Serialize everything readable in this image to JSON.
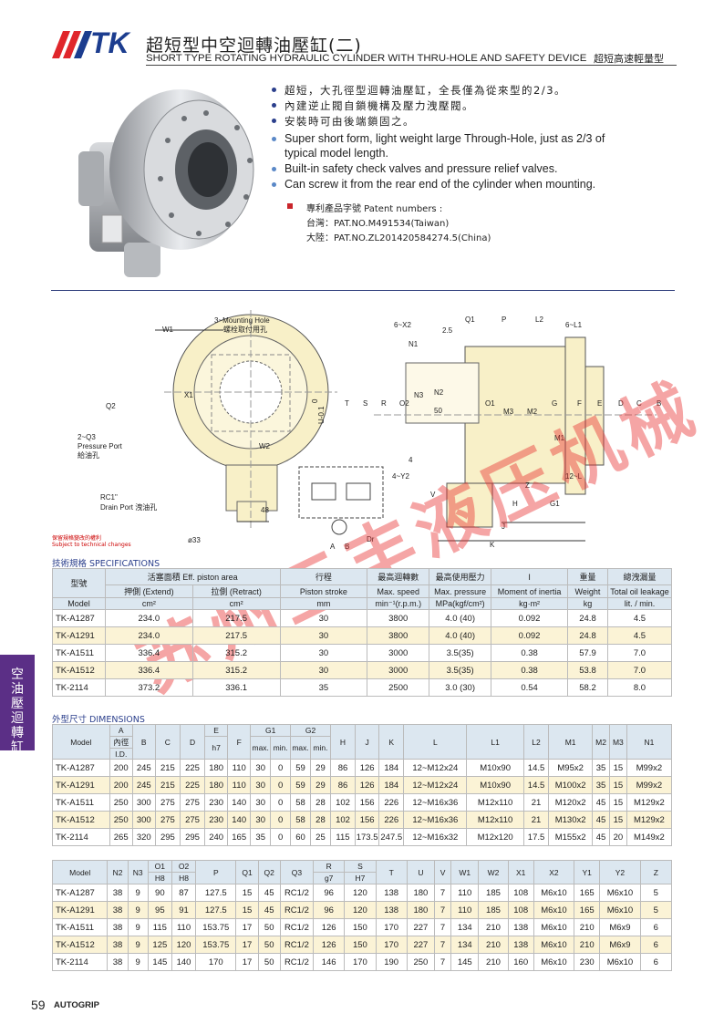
{
  "header": {
    "brand": "TK",
    "title": "超短型中空迴轉油壓缸(二)",
    "subtitle": "SHORT TYPE ROTATING HYDRAULIC CYLINDER WITH THRU-HOLE AND SAFETY DEVICE",
    "right_label": "超短高速輕量型"
  },
  "features": [
    {
      "text": "超短，大孔徑型迴轉油壓缸，全長僅為從來型的2/3。"
    },
    {
      "text": "內建逆止閥自鎖機構及壓力洩壓閥。"
    },
    {
      "text": "安裝時可由後端鎖固之。"
    },
    {
      "text": "Super short form, light weight large Through-Hole, just as 2/3 of"
    },
    {
      "text": "typical model length."
    },
    {
      "text": "Built-in safety check valves and pressure relief valves."
    },
    {
      "text": "Can screw it from the rear end of the cylinder when mounting."
    }
  ],
  "patent": {
    "heading": "專利產品字號  Patent numbers :",
    "taiwan": "台灣：PAT.NO.M491534(Taiwan)",
    "china": "大陸：PAT.NO.ZL201420584274.5(China)"
  },
  "drawing_labels": {
    "front": [
      "W1",
      "3~Mounting Hole",
      "螺栓取付用孔",
      "Q2",
      "X1",
      "2~Q3",
      "Pressure Port",
      "給油孔",
      "W2",
      "RC1\"",
      "Drain Port  洩油孔",
      "48",
      "ø33"
    ],
    "side": [
      "6~X2",
      "2.5",
      "Q1",
      "P",
      "L2",
      "6~L1",
      "N1",
      "N3",
      "N2",
      "50",
      "T",
      "S",
      "R",
      "O2",
      "O1",
      "M3",
      "M2",
      "G",
      "F",
      "E",
      "D",
      "C",
      "B",
      "M1",
      "4",
      "4~Y2",
      "V",
      "Z",
      "12~L",
      "G1",
      "H",
      "J",
      "K",
      "U-0.1",
      "0",
      "A",
      "B",
      "Dr"
    ]
  },
  "note": [
    "保留規格變改的權利",
    "Subject to technical changes"
  ],
  "watermark": "苏州三丰液压机械",
  "spec_section": "技術規格 SPECIFICATIONS",
  "spec_table": {
    "h1": [
      "型號",
      "活塞面積 Eff. piston area",
      "行程",
      "最高迴轉數",
      "最高使用壓力",
      "I",
      "重量",
      "總洩漏量"
    ],
    "h2": [
      "Model",
      "押側 (Extend)",
      "拉側 (Retract)",
      "Piston stroke",
      "Max. speed",
      "Max. pressure",
      "Moment of inertia",
      "Weight",
      "Total oil leakage"
    ],
    "h3": [
      "cm²",
      "cm²",
      "mm",
      "min⁻¹(r.p.m.)",
      "MPa(kgf/cm²)",
      "kg·m²",
      "kg",
      "lit. / min."
    ],
    "rows": [
      [
        "TK-A1287",
        "234.0",
        "217.5",
        "30",
        "3800",
        "4.0 (40)",
        "0.092",
        "24.8",
        "4.5"
      ],
      [
        "TK-A1291",
        "234.0",
        "217.5",
        "30",
        "3800",
        "4.0 (40)",
        "0.092",
        "24.8",
        "4.5"
      ],
      [
        "TK-A1511",
        "336.4",
        "315.2",
        "30",
        "3000",
        "3.5(35)",
        "0.38",
        "57.9",
        "7.0"
      ],
      [
        "TK-A1512",
        "336.4",
        "315.2",
        "30",
        "3000",
        "3.5(35)",
        "0.38",
        "53.8",
        "7.0"
      ],
      [
        "TK-2114",
        "373.2",
        "336.1",
        "35",
        "2500",
        "3.0 (30)",
        "0.54",
        "58.2",
        "8.0"
      ]
    ]
  },
  "dim_section": "外型尺寸 DIMENSIONS",
  "dim_table1": {
    "head_top": [
      "Model",
      "A",
      "B",
      "C",
      "D",
      "E",
      "F",
      "G1",
      "G2",
      "H",
      "J",
      "K",
      "L",
      "L1",
      "L2",
      "M1",
      "M2",
      "M3",
      "N1"
    ],
    "head_a": [
      "內徑",
      "I.D."
    ],
    "head_e": "h7",
    "head_mm": [
      "max.",
      "min.",
      "max.",
      "min."
    ],
    "rows": [
      [
        "TK-A1287",
        "200",
        "245",
        "215",
        "225",
        "180",
        "110",
        "30",
        "0",
        "59",
        "29",
        "86",
        "126",
        "184",
        "12~M12x24",
        "M10x90",
        "14.5",
        "M95x2",
        "35",
        "15",
        "M99x2"
      ],
      [
        "TK-A1291",
        "200",
        "245",
        "215",
        "225",
        "180",
        "110",
        "30",
        "0",
        "59",
        "29",
        "86",
        "126",
        "184",
        "12~M12x24",
        "M10x90",
        "14.5",
        "M100x2",
        "35",
        "15",
        "M99x2"
      ],
      [
        "TK-A1511",
        "250",
        "300",
        "275",
        "275",
        "230",
        "140",
        "30",
        "0",
        "58",
        "28",
        "102",
        "156",
        "226",
        "12~M16x36",
        "M12x110",
        "21",
        "M120x2",
        "45",
        "15",
        "M129x2"
      ],
      [
        "TK-A1512",
        "250",
        "300",
        "275",
        "275",
        "230",
        "140",
        "30",
        "0",
        "58",
        "28",
        "102",
        "156",
        "226",
        "12~M16x36",
        "M12x110",
        "21",
        "M130x2",
        "45",
        "15",
        "M129x2"
      ],
      [
        "TK-2114",
        "265",
        "320",
        "295",
        "295",
        "240",
        "165",
        "35",
        "0",
        "60",
        "25",
        "115",
        "173.5",
        "247.5",
        "12~M16x32",
        "M12x120",
        "17.5",
        "M155x2",
        "45",
        "20",
        "M149x2"
      ]
    ]
  },
  "dim_table2": {
    "head_top": [
      "Model",
      "N2",
      "N3",
      "O1",
      "O2",
      "P",
      "Q1",
      "Q2",
      "Q3",
      "R",
      "S",
      "T",
      "U",
      "V",
      "W1",
      "W2",
      "X1",
      "X2",
      "Y1",
      "Y2",
      "Z"
    ],
    "head_sub": [
      "H8",
      "H8",
      "g7",
      "H7"
    ],
    "rows": [
      [
        "TK-A1287",
        "38",
        "9",
        "90",
        "87",
        "127.5",
        "15",
        "45",
        "RC1/2",
        "96",
        "120",
        "138",
        "180",
        "7",
        "110",
        "185",
        "108",
        "M6x10",
        "165",
        "M6x10",
        "5"
      ],
      [
        "TK-A1291",
        "38",
        "9",
        "95",
        "91",
        "127.5",
        "15",
        "45",
        "RC1/2",
        "96",
        "120",
        "138",
        "180",
        "7",
        "110",
        "185",
        "108",
        "M6x10",
        "165",
        "M6x10",
        "5"
      ],
      [
        "TK-A1511",
        "38",
        "9",
        "115",
        "110",
        "153.75",
        "17",
        "50",
        "RC1/2",
        "126",
        "150",
        "170",
        "227",
        "7",
        "134",
        "210",
        "138",
        "M6x10",
        "210",
        "M6x9",
        "6"
      ],
      [
        "TK-A1512",
        "38",
        "9",
        "125",
        "120",
        "153.75",
        "17",
        "50",
        "RC1/2",
        "126",
        "150",
        "170",
        "227",
        "7",
        "134",
        "210",
        "138",
        "M6x10",
        "210",
        "M6x9",
        "6"
      ],
      [
        "TK-2114",
        "38",
        "9",
        "145",
        "140",
        "170",
        "17",
        "50",
        "RC1/2",
        "146",
        "170",
        "190",
        "250",
        "7",
        "145",
        "210",
        "160",
        "M6x10",
        "230",
        "M6x10",
        "6"
      ]
    ]
  },
  "sidebar": {
    "label": "空油壓迴轉缸"
  },
  "footer": {
    "page": "59",
    "name": "AUTOGRIP"
  },
  "colors": {
    "accent_red": "#e0262b",
    "navy": "#1c3d8f",
    "header_cell": "#dce7f0",
    "highlight_row": "#fbf3d6",
    "sidebar": "#5b2f86"
  }
}
